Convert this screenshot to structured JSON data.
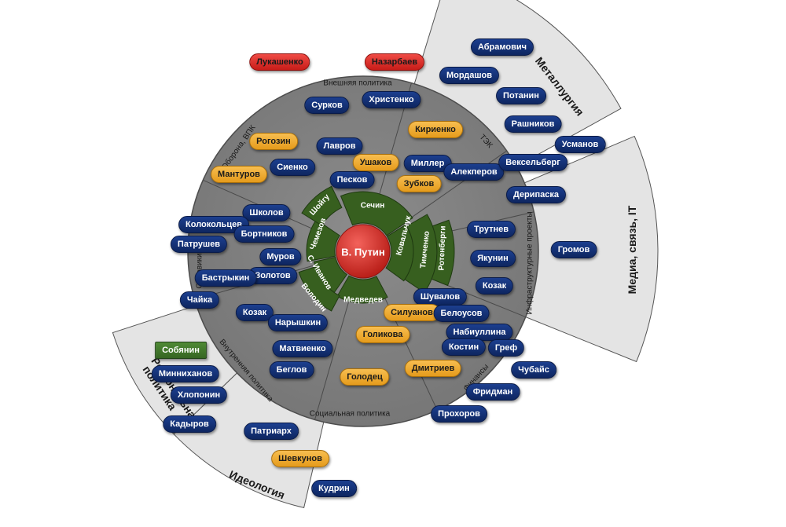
{
  "center": {
    "name": "В. Путин"
  },
  "sectors": [
    {
      "id": "vneshnyaya",
      "label": "Внешняя политика"
    },
    {
      "id": "tek",
      "label": "ТЭК"
    },
    {
      "id": "infra",
      "label": "Инфраструктурные проекты"
    },
    {
      "id": "finansy",
      "label": "Финансы"
    },
    {
      "id": "social",
      "label": "Социальная политика"
    },
    {
      "id": "vnutrennyaya",
      "label": "Внутренняя политика"
    },
    {
      "id": "siloviki",
      "label": "Силовики"
    },
    {
      "id": "oborona",
      "label": "Оборона, ВПК"
    }
  ],
  "outer_sectors": [
    {
      "id": "metallurgiya",
      "label": "Металлургия"
    },
    {
      "id": "media",
      "label": "Медиа, связь, IT"
    },
    {
      "id": "regional",
      "label": "Региональная политика"
    },
    {
      "id": "ideologiya",
      "label": "Идеология"
    }
  ],
  "inner_circle": [
    "Сечин",
    "Ковальчук",
    "Тимченко",
    "Ротенберги",
    "Медведев",
    "Володин",
    "С. Иванов",
    "Чемезов",
    "Шойгу"
  ],
  "people": {
    "lukashenko": "Лукашенко",
    "nazarbaev": "Назарбаев",
    "surkov": "Сурков",
    "khristenko": "Христенко",
    "lavrov": "Лавров",
    "ushakov": "Ушаков",
    "peskov": "Песков",
    "kirienko": "Кириенко",
    "miller": "Миллер",
    "alekperov": "Алекперов",
    "zubkov": "Зубков",
    "abramovich": "Абрамович",
    "mordashov": "Мордашов",
    "potanin": "Потанин",
    "rashnikov": "Рашников",
    "usmanov": "Усманов",
    "vekselberg": "Вексельберг",
    "deripaska": "Дерипаска",
    "trutnev": "Трутнев",
    "yakunin": "Якунин",
    "kozak_infra": "Козак",
    "gromov": "Громов",
    "shuvalov": "Шувалов",
    "siluanov": "Силуанов",
    "belousov": "Белоусов",
    "nabiullina": "Набиуллина",
    "kostin": "Костин",
    "gref": "Греф",
    "chubais": "Чубайс",
    "dmitriev": "Дмитриев",
    "fridman": "Фридман",
    "prokhorov": "Прохоров",
    "golikova": "Голикова",
    "golodets": "Голодец",
    "rogozin": "Рогозин",
    "manturov": "Мантуров",
    "sienko": "Сиенко",
    "sholov": "Школов",
    "kolokoltsev": "Колокольцев",
    "bortnikov": "Бортников",
    "patrushev": "Патрушев",
    "murov": "Муров",
    "zolotov": "Золотов",
    "bastrykin": "Бастрыкин",
    "chaika": "Чайка",
    "kozak_vnutr": "Козак",
    "naryshkin": "Нарышкин",
    "matvienko": "Матвиенко",
    "beglov": "Беглов",
    "sobyanin": "Собянин",
    "minnikhanov": "Минниханов",
    "khloponin": "Хлопонин",
    "kadyrov": "Кадыров",
    "patriarkh": "Патриарх",
    "shevkunov": "Шевкунов",
    "kudrin": "Кудрин"
  },
  "colors": {
    "disk": "#7f7f7f",
    "disk_border": "#555555",
    "outer_band": "#e6e6e6",
    "inner_ring": "#375f1f",
    "center": "#d42a22",
    "chip_blue": "#14337a",
    "chip_orange": "#f2ad34",
    "chip_red": "#e03a34",
    "chip_green": "#3e7428"
  }
}
